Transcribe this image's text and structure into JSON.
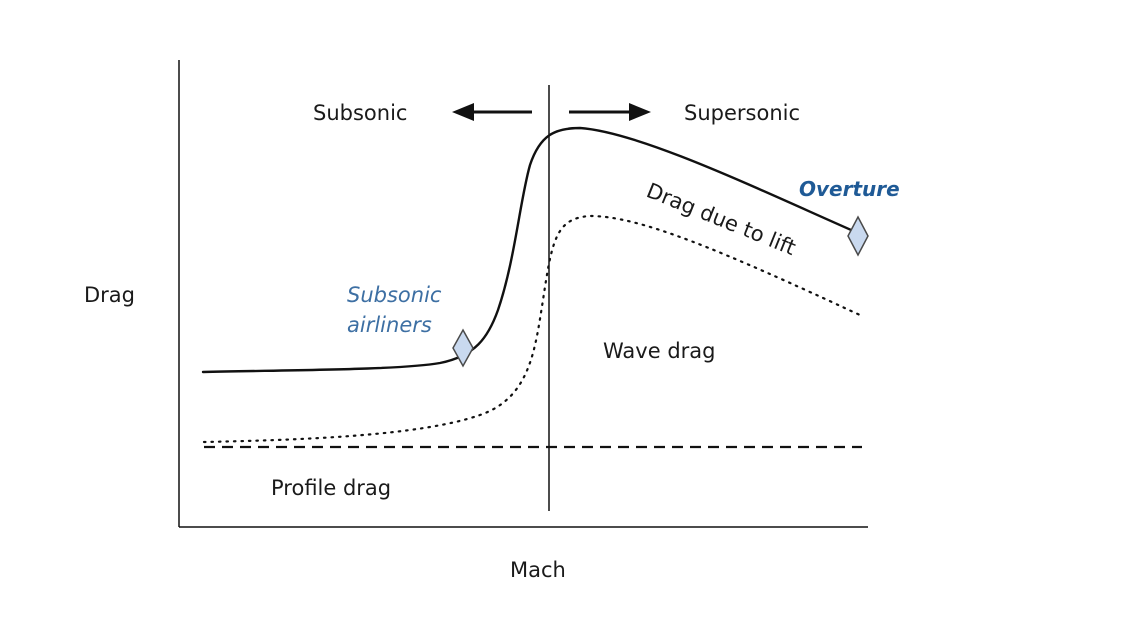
{
  "axes": {
    "x_label": "Mach",
    "y_label": "Drag"
  },
  "regions": {
    "left": "Subsonic",
    "right": "Supersonic"
  },
  "curves": {
    "total": "Drag due to lift",
    "wave": "Wave drag",
    "profile": "Profile drag"
  },
  "markers": {
    "subsonic": {
      "line1": "Subsonic",
      "line2": "airliners"
    },
    "supersonic": "Overture"
  },
  "colors": {
    "marker_fill": "#c9d9ef",
    "marker_stroke": "#4a4a4a",
    "subsonic_label": "#3d6fa3",
    "overture_label": "#1f5a96",
    "line": "#111111"
  }
}
